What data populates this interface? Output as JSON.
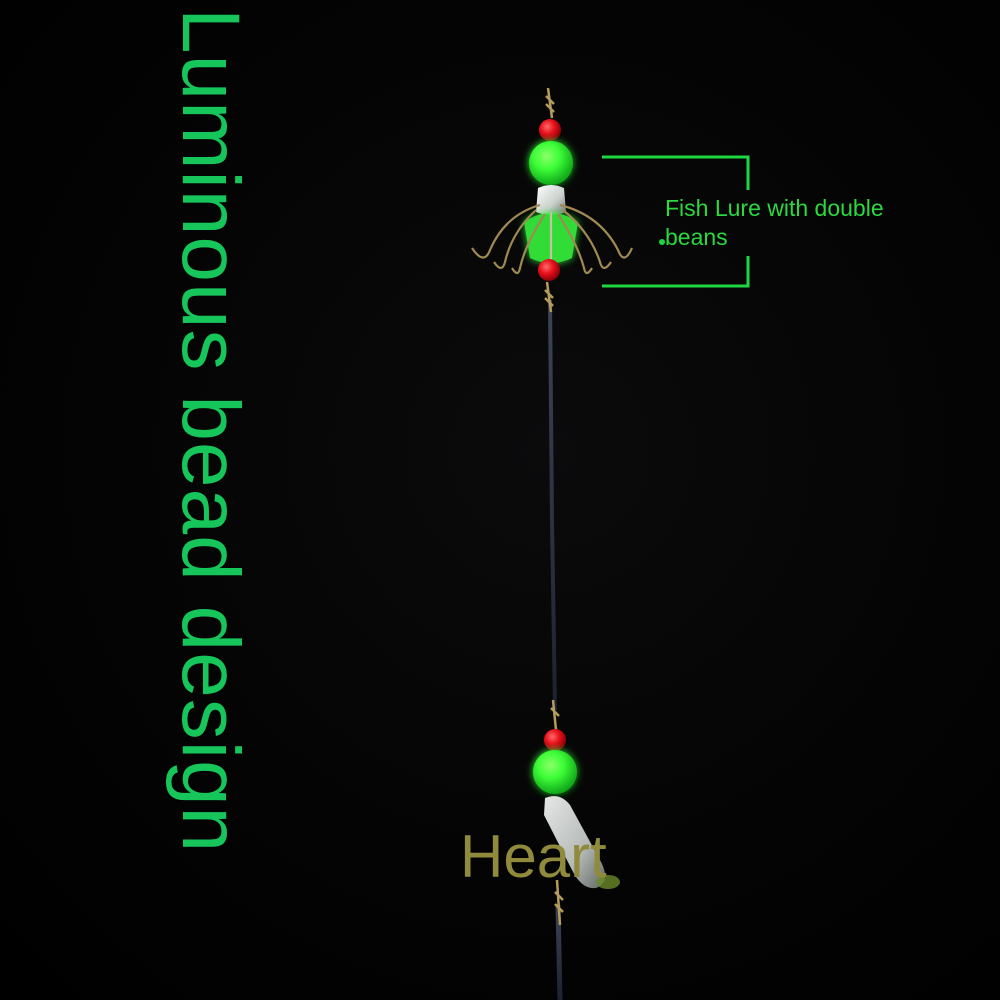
{
  "title": "Luminous bead design",
  "callout": {
    "text": "Fish Lure with double beans"
  },
  "bottom_label": "Heart",
  "colors": {
    "background": "#030303",
    "title_green": "#17c65a",
    "callout_green": "#2bd83f",
    "bracket_green": "#1ed640",
    "label_olive": "#8f8a3c",
    "bead_green": "#3dff37",
    "bead_red": "#e8101a",
    "line": "#2a3040",
    "hook_gold": "#a08a52"
  },
  "icons": {
    "bracket": "bracket-icon",
    "bead": "bead-icon",
    "hook": "hook-icon"
  }
}
